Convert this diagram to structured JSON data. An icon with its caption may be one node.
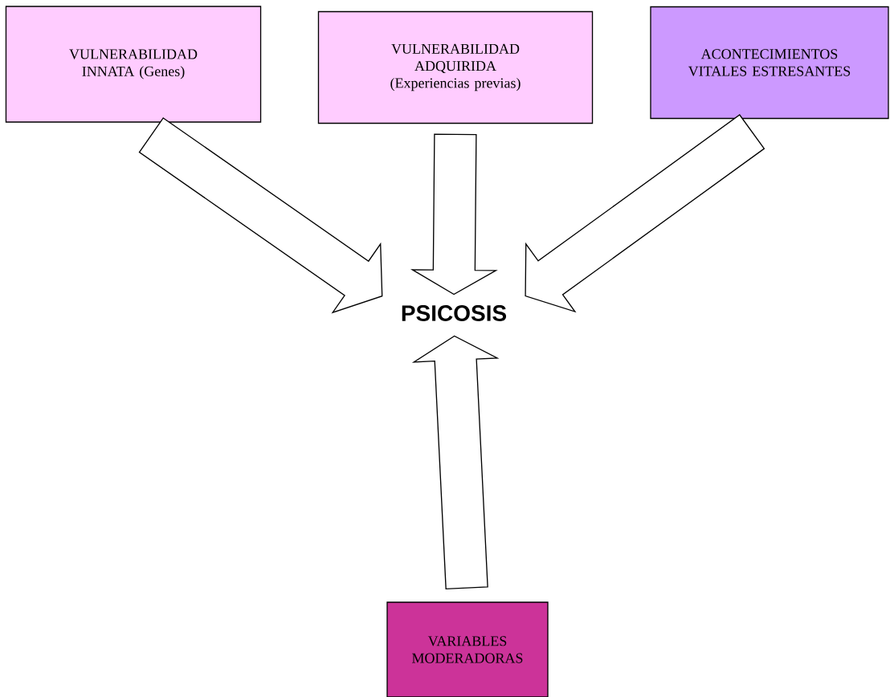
{
  "diagram": {
    "nodes": [
      {
        "text": [
          "VULNERABILIDAD INNATA (Genes)"
        ]
      },
      {
        "text": [
          "VULNERABILIDAD ADQUIRIDA (Experiencias previas)"
        ]
      },
      {
        "text": [
          "ACONTECIMIENTOS VITALES ESTRESANTES"
        ]
      },
      {
        "text": [
          "PSICOSIS"
        ]
      },
      {
        "text": [
          "VARIABLES MODERADORAS"
        ]
      }
    ],
    "edges": [
      {
        "from": 0,
        "to": 3,
        "arrow": "to"
      },
      {
        "from": 1,
        "to": 3,
        "arrow": "to"
      },
      {
        "from": 2,
        "to": 3,
        "arrow": "to"
      },
      {
        "from": 4,
        "to": 3,
        "arrow": "to"
      }
    ]
  }
}
